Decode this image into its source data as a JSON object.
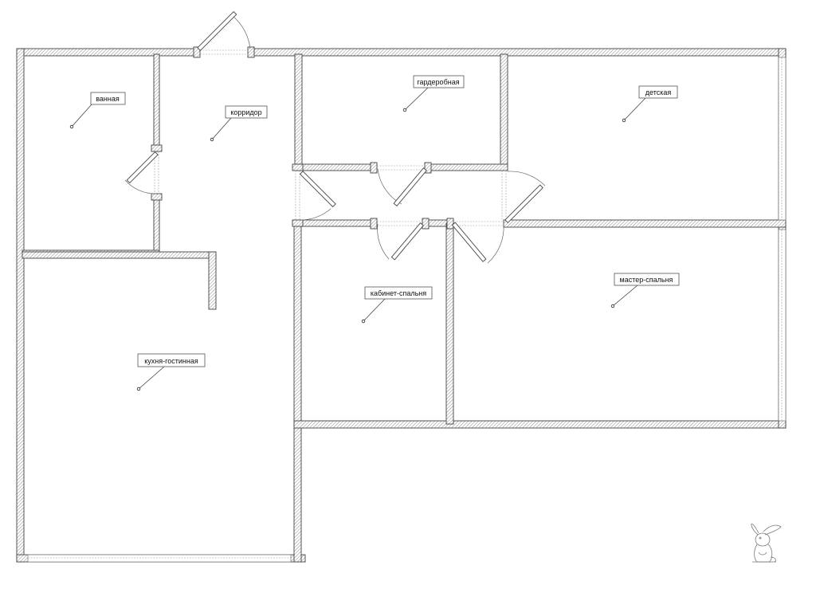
{
  "rooms": [
    {
      "id": "bathroom",
      "label": "ванная"
    },
    {
      "id": "corridor",
      "label": "корридор"
    },
    {
      "id": "wardrobe",
      "label": "гардеробная"
    },
    {
      "id": "kids",
      "label": "детская"
    },
    {
      "id": "study",
      "label": "кабинет-спальня"
    },
    {
      "id": "master",
      "label": "мастер-спальня"
    },
    {
      "id": "kitchen",
      "label": "кухня-гостинная"
    }
  ],
  "colors": {
    "wall_outline": "#444444",
    "hatch": "#8a8a8a",
    "background": "#ffffff"
  },
  "icons": {
    "logo": "rabbit-logo-icon"
  }
}
